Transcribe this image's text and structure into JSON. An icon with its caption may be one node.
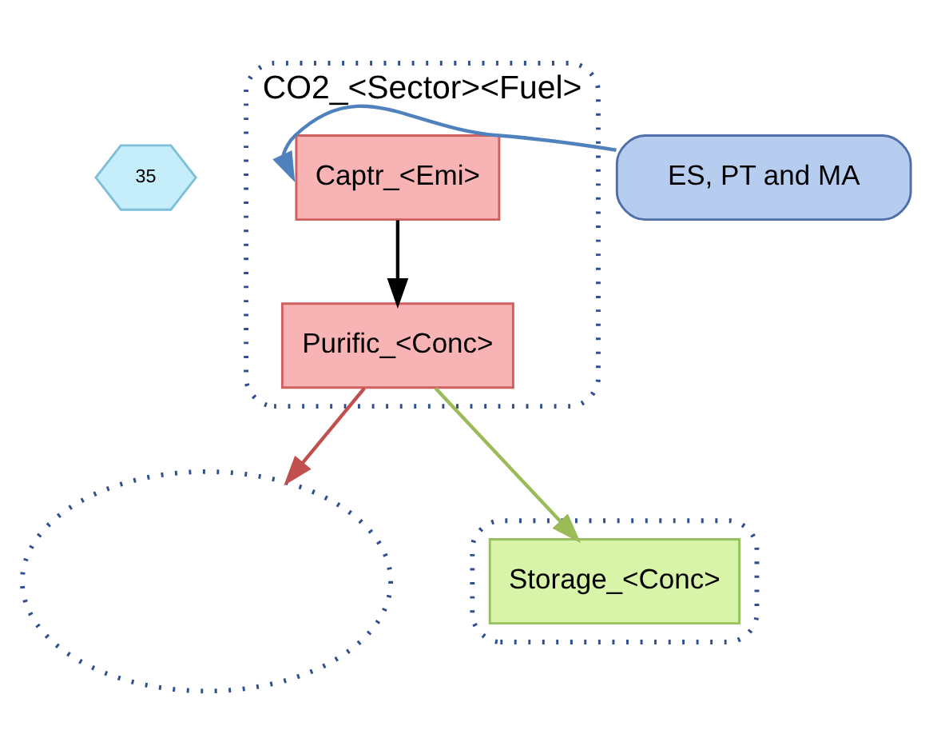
{
  "diagram": {
    "nodes": [
      {
        "text": [
          "35"
        ]
      },
      {
        "text": [
          "CO2_<Sector><Fuel>"
        ]
      },
      {
        "text": [
          "ES, PT and MA"
        ]
      },
      {
        "text": [
          "Captr_<Emi>"
        ],
        "in": 1
      },
      {
        "text": [
          "Purific_<Conc>"
        ],
        "in": 1
      },
      {
        "text": [],
        "shape": "ellipse"
      },
      {
        "text": [],
        "shape": "ellipse"
      },
      {
        "text": [
          "Storage_<Conc>"
        ],
        "in": 6
      }
    ],
    "edges": [
      {
        "from": 2,
        "to": 3,
        "arrow": "to",
        "color": "#4f81bd"
      },
      {
        "from": 3,
        "to": 4,
        "arrow": "to",
        "color": "#000000"
      },
      {
        "from": 4,
        "to": 5,
        "arrow": "to",
        "color": "#c0504d"
      },
      {
        "from": 4,
        "to": 7,
        "arrow": "to",
        "color": "#9bbb59"
      }
    ]
  }
}
